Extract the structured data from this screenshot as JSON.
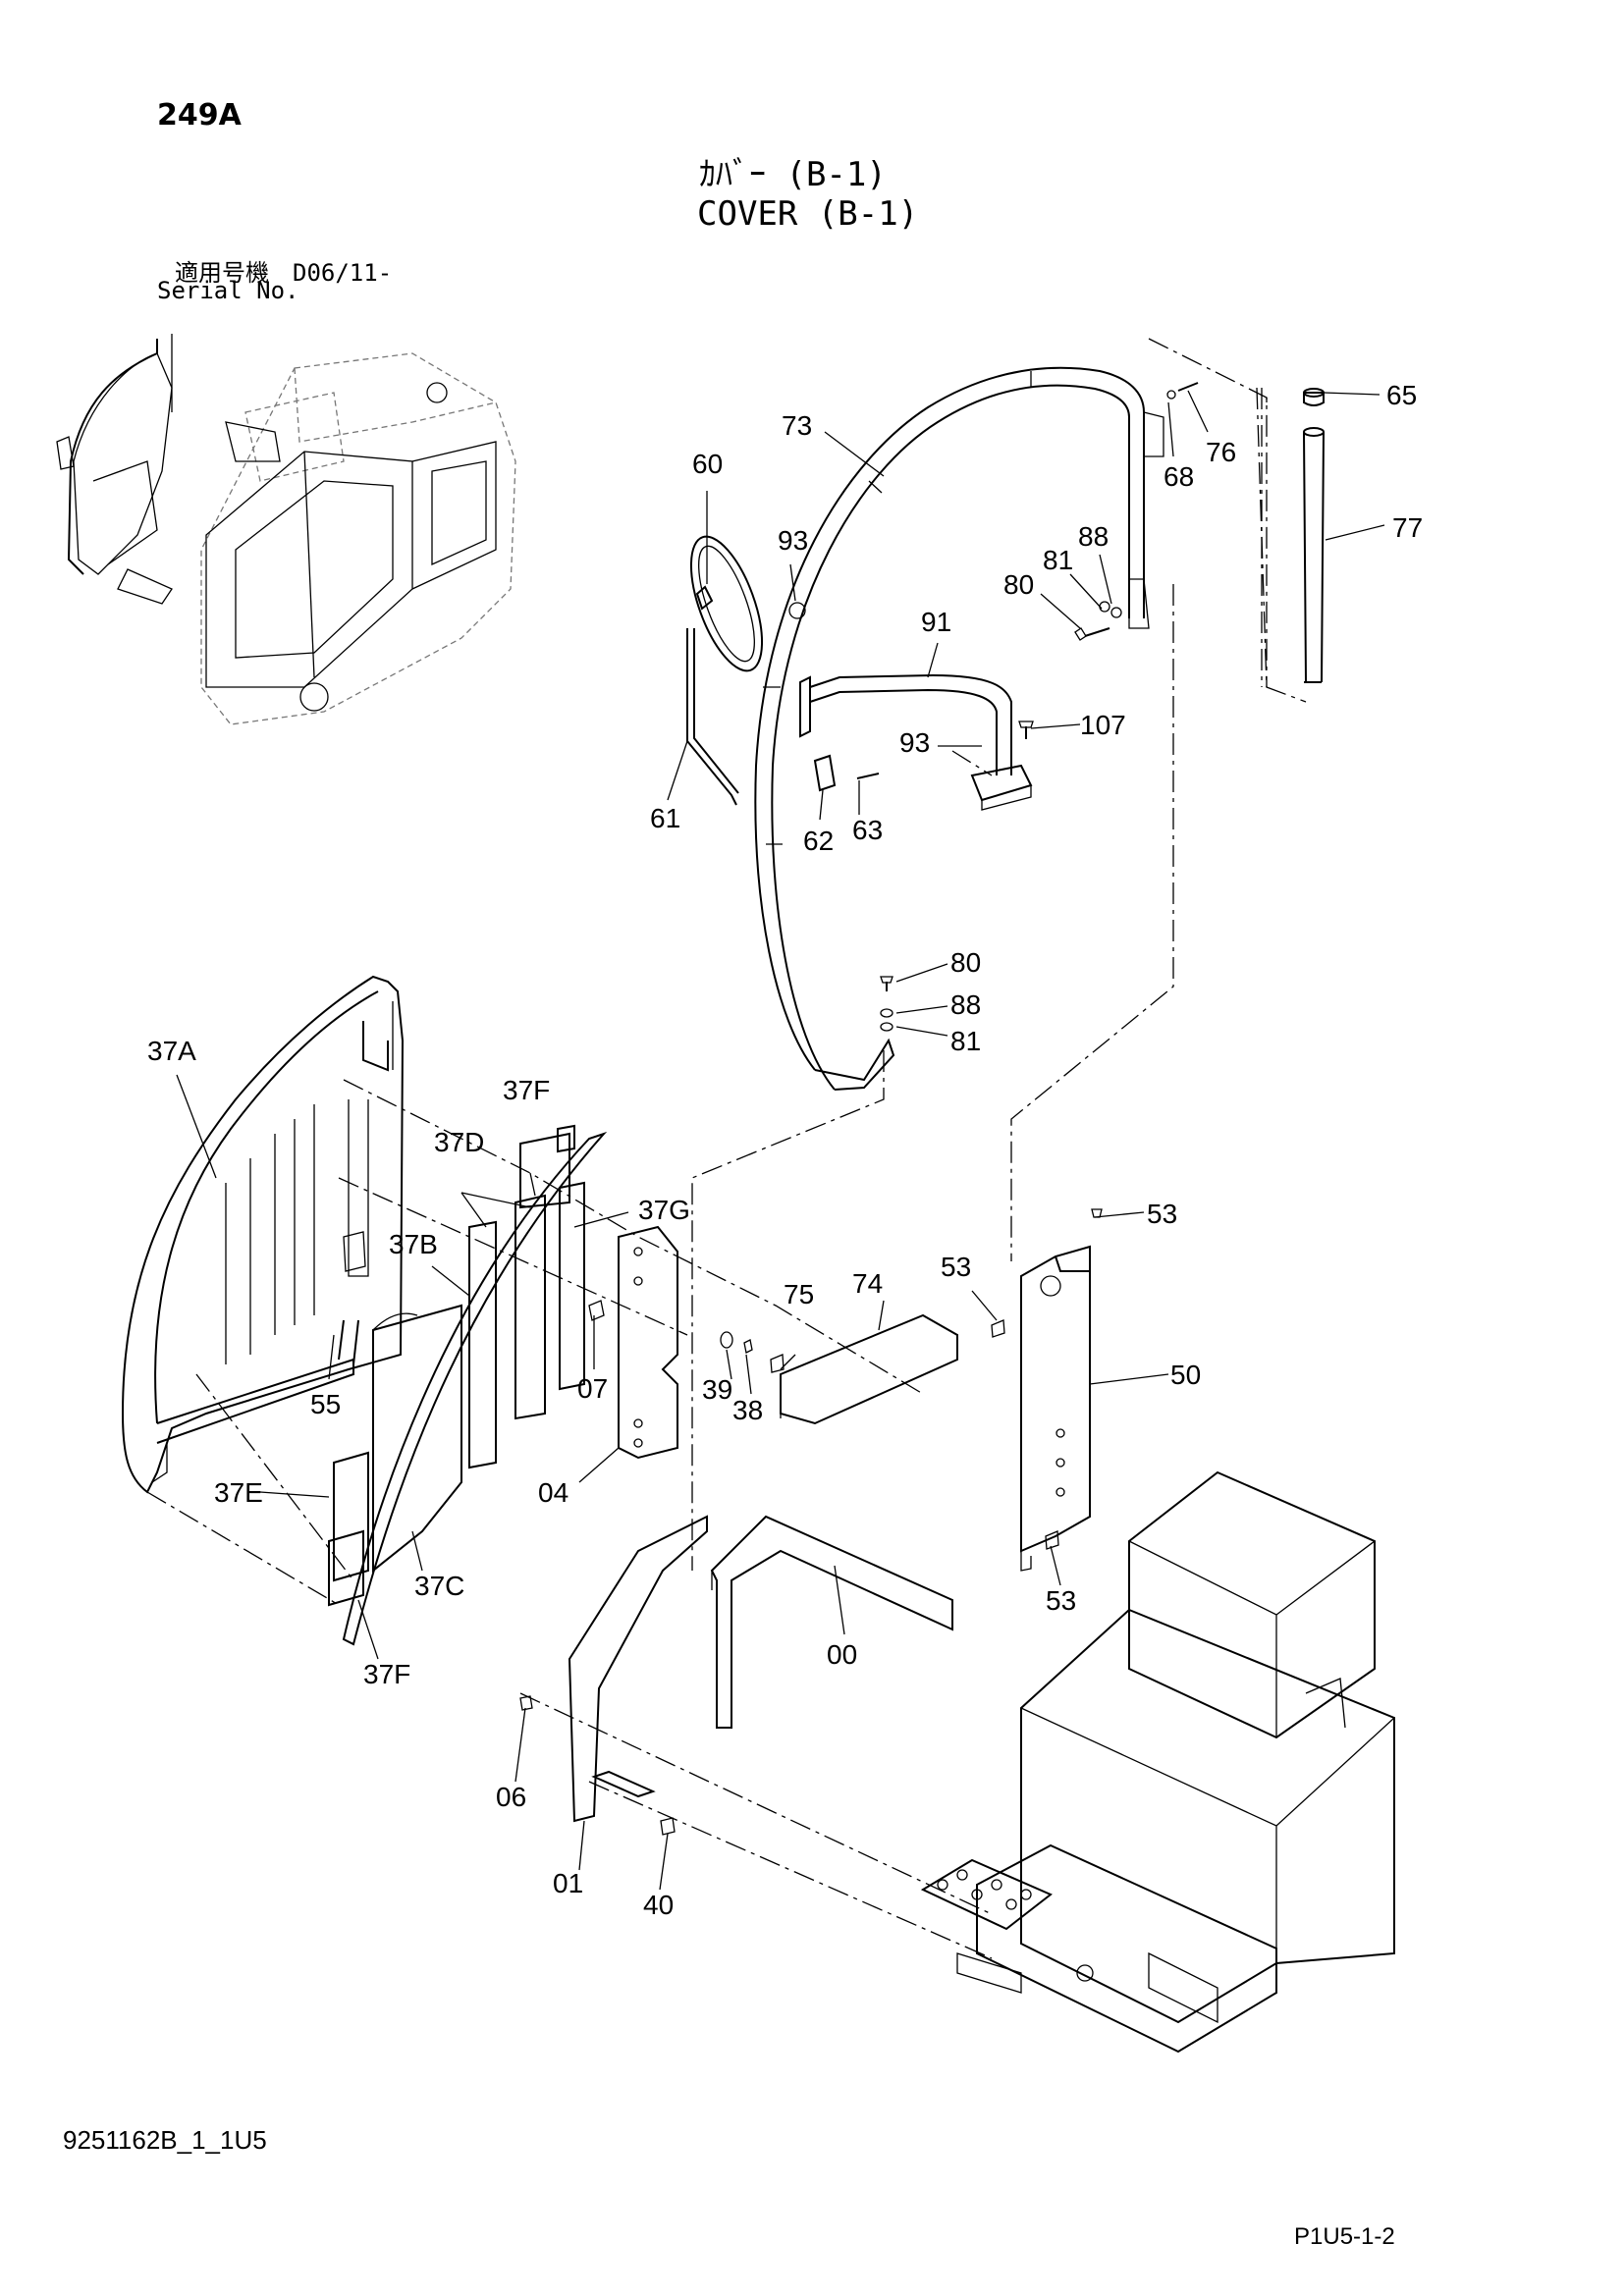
{
  "header": {
    "page_code": "249A",
    "title_jp": "ｶﾊﾞｰ (B-1)",
    "title_en": "COVER (B-1)",
    "serial_label_jp": "適用号機　D06/11-",
    "serial_label_en": "Serial No."
  },
  "footer": {
    "drawing_number": "9251162B_1_1U5",
    "page_ref": "P1U5-1-2"
  },
  "callouts": {
    "c65": "65",
    "c76": "76",
    "c68": "68",
    "c77": "77",
    "c73": "73",
    "c60": "60",
    "c93a": "93",
    "c88a": "88",
    "c81a": "81",
    "c80a": "80",
    "c91": "91",
    "c93b": "93",
    "c107": "107",
    "c61": "61",
    "c62": "62",
    "c63": "63",
    "c80b": "80",
    "c88b": "88",
    "c81b": "81",
    "c37A": "37A",
    "c37F_top": "37F",
    "c37D": "37D",
    "c37G": "37G",
    "c37B": "37B",
    "c55": "55",
    "c07": "07",
    "c39": "39",
    "c38": "38",
    "c75": "75",
    "c74": "74",
    "c53a": "53",
    "c53b": "53",
    "c50": "50",
    "c04": "04",
    "c37E": "37E",
    "c37C": "37C",
    "c37F_bot": "37F",
    "c53c": "53",
    "c00": "00",
    "c06": "06",
    "c01": "01",
    "c40": "40"
  }
}
